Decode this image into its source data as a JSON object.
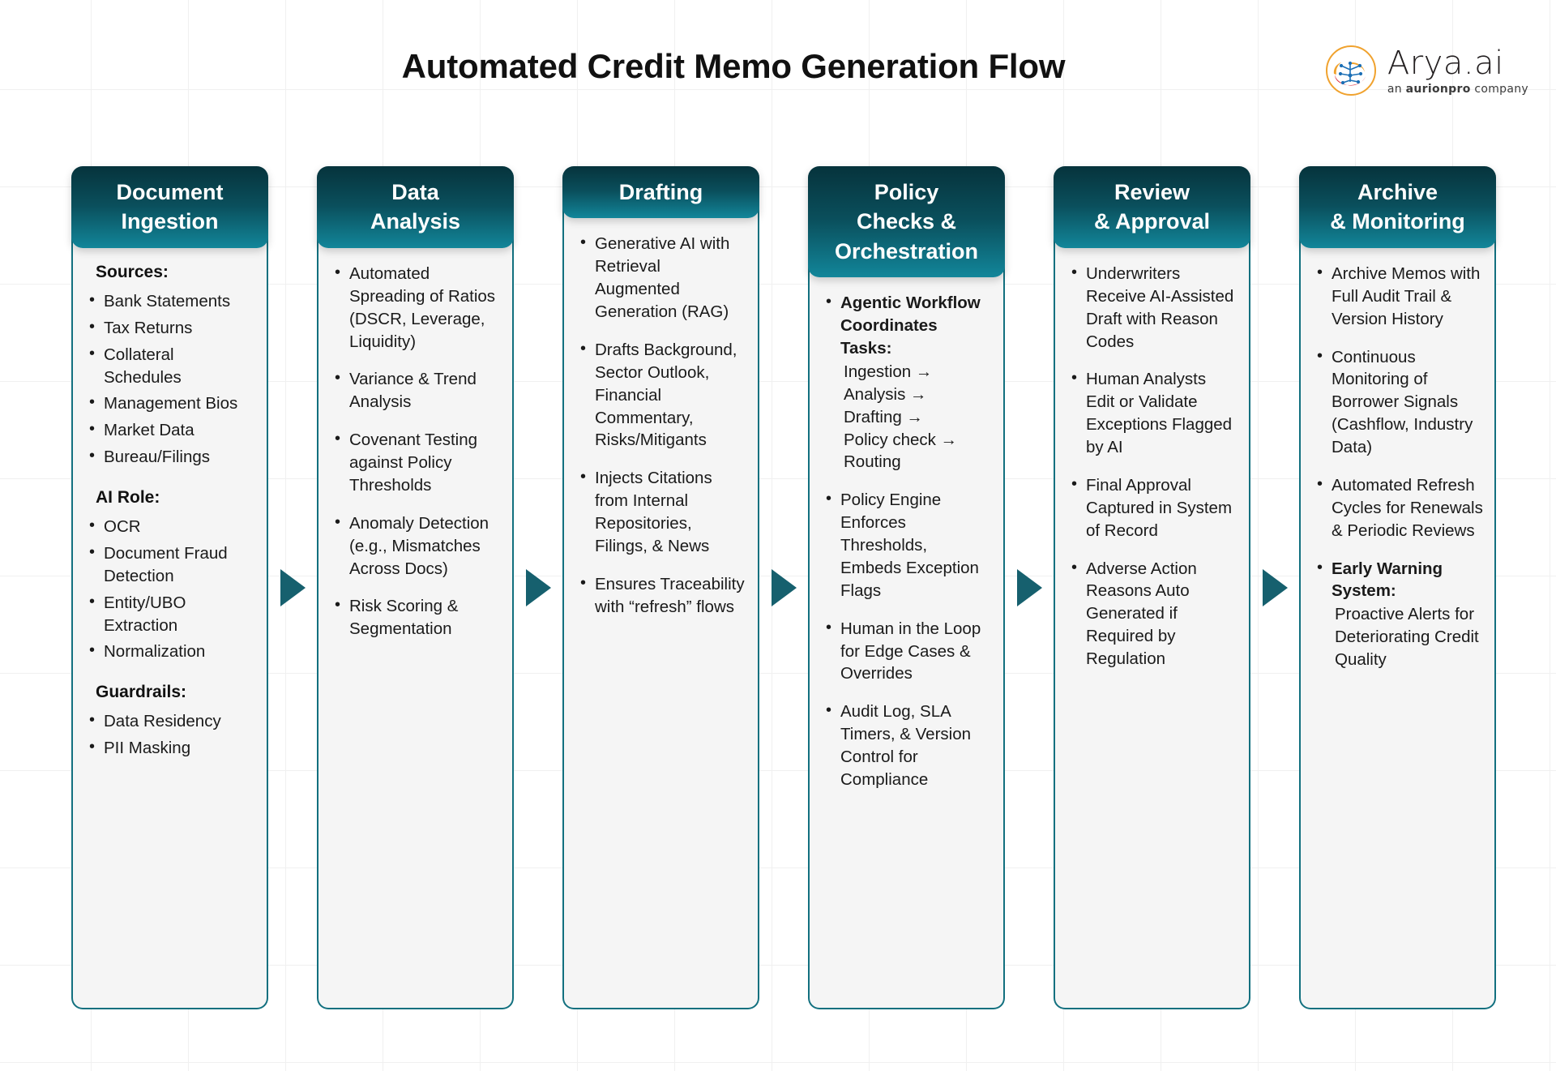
{
  "header": {
    "title": "Automated Credit Memo Generation Flow",
    "logo": {
      "icon": "arya-brain-logo-icon",
      "wordmark": "Arya.ai",
      "tagline_prefix": "an ",
      "tagline_brand": "aurionpro",
      "tagline_suffix": " company"
    }
  },
  "arrow_icon": "right-arrow-triangle-icon",
  "colors": {
    "header_gradient_top": "#06333c",
    "header_gradient_bottom": "#12869a",
    "card_border": "#12707f",
    "card_body_bg": "#f5f5f5",
    "arrow": "#16606e",
    "logo_ring": "#f0a22e"
  },
  "columns": [
    {
      "id": "document-ingestion",
      "title": "Document\nIngestion",
      "groups": [
        {
          "heading": "Sources:",
          "items": [
            "Bank Statements",
            "Tax Returns",
            "Collateral Schedules",
            "Management Bios",
            "Market Data",
            "Bureau/Filings"
          ]
        },
        {
          "heading": "AI Role:",
          "items": [
            "OCR",
            "Document Fraud Detection",
            "Entity/UBO Extraction",
            "Normalization"
          ]
        },
        {
          "heading": "Guardrails:",
          "items": [
            "Data Residency",
            "PII Masking"
          ]
        }
      ]
    },
    {
      "id": "data-analysis",
      "title": "Data\nAnalysis",
      "groups": [
        {
          "heading": "",
          "spaced": true,
          "items": [
            "Automated Spreading of Ratios (DSCR, Leverage, Liquidity)",
            "Variance & Trend Analysis",
            "Covenant Testing against Policy Thresholds",
            "Anomaly Detection (e.g., Mismatches Across Docs)",
            "Risk Scoring & Segmentation"
          ]
        }
      ]
    },
    {
      "id": "drafting",
      "title": "Drafting",
      "groups": [
        {
          "heading": "",
          "spaced": true,
          "items": [
            "Generative AI with Retrieval Augmented Generation (RAG)",
            "Drafts Background, Sector Outlook, Financial Commentary, Risks/Mitigants",
            "Injects Citations from Internal Repositories, Filings, & News",
            "Ensures Traceability with “refresh” flows"
          ]
        }
      ]
    },
    {
      "id": "policy-checks-orchestration",
      "title": "Policy\nChecks &\nOrchestration",
      "groups": [
        {
          "heading": "",
          "spaced": true,
          "items": [
            {
              "bold_lead": "Agentic Workflow Coordinates Tasks:",
              "sub_lines": [
                "Ingestion →",
                "Analysis →",
                "Drafting →",
                "Policy check →",
                "Routing"
              ]
            },
            "Policy Engine Enforces Thresholds, Embeds Exception Flags",
            "Human in the Loop for Edge Cases & Overrides",
            "Audit Log, SLA Timers, & Version Control for Compliance"
          ]
        }
      ]
    },
    {
      "id": "review-approval",
      "title": "Review\n& Approval",
      "groups": [
        {
          "heading": "",
          "spaced": true,
          "items": [
            "Underwriters Receive AI-Assisted Draft with Reason Codes",
            "Human Analysts Edit or Validate Exceptions Flagged by AI",
            "Final Approval Captured in System of Record",
            "Adverse Action Reasons Auto Generated if Required by Regulation"
          ]
        }
      ]
    },
    {
      "id": "archive-monitoring",
      "title": "Archive\n& Monitoring",
      "groups": [
        {
          "heading": "",
          "spaced": true,
          "items": [
            "Archive Memos with Full Audit Trail & Version History",
            "Continuous Monitoring of Borrower Signals (Cashflow, Industry Data)",
            "Automated Refresh Cycles for Renewals & Periodic Reviews",
            {
              "bold_lead": "Early Warning System:",
              "trailing_text": "Proactive Alerts for Deteriorating Credit Quality"
            }
          ]
        }
      ]
    }
  ]
}
